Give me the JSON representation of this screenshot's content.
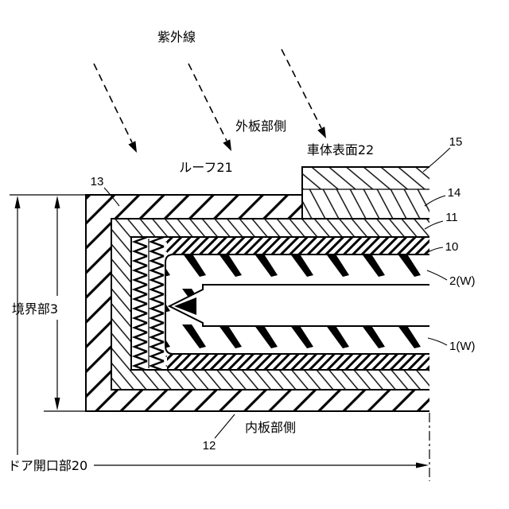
{
  "labels": {
    "ultraviolet": "紫外線",
    "outer_panel_side": "外板部側",
    "roof": "ルーフ21",
    "vehicle_body_surface": "車体表面22",
    "inner_panel_side": "内板部側",
    "boundary_portion": "境界部3",
    "door_opening": "ドア開口部20"
  },
  "reference_numerals": {
    "layer_15": "15",
    "layer_14": "14",
    "layer_13": "13",
    "layer_11": "11",
    "layer_10": "10",
    "panel_2": "2(W)",
    "panel_1": "1(W)",
    "layer_12": "12"
  }
}
